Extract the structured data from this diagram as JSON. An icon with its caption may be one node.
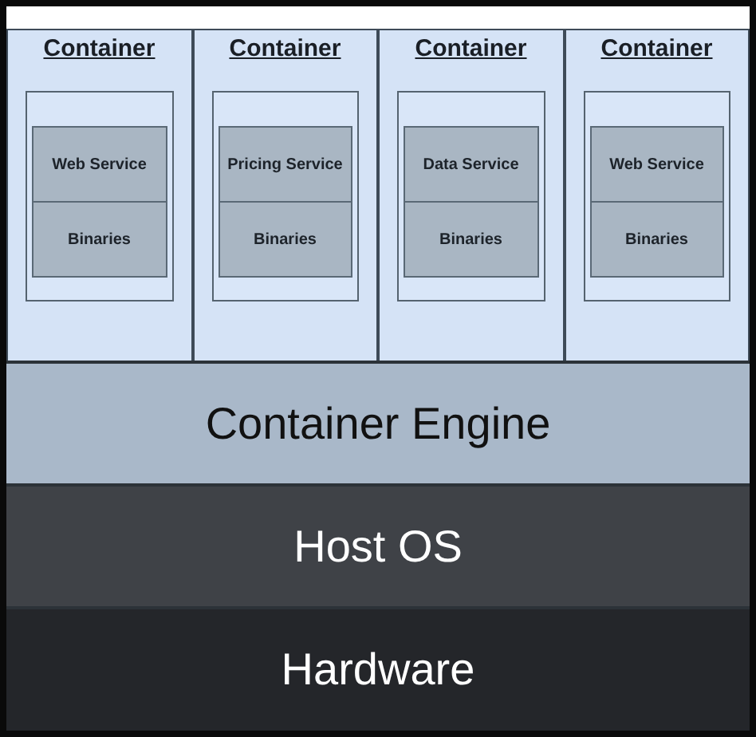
{
  "diagram": {
    "nodes": [
      {
        "text": [
          "Container"
        ]
      },
      {
        "text": [],
        "shape": "box",
        "in": 0
      },
      {
        "text": [
          "Web Service"
        ],
        "in": 1
      },
      {
        "text": [
          "Binaries"
        ],
        "in": 1
      },
      {
        "text": [
          "Container"
        ]
      },
      {
        "text": [],
        "shape": "box",
        "in": 4
      },
      {
        "text": [
          "Pricing Service"
        ],
        "in": 5
      },
      {
        "text": [
          "Binaries"
        ],
        "in": 5
      },
      {
        "text": [
          "Container"
        ]
      },
      {
        "text": [],
        "shape": "box",
        "in": 8
      },
      {
        "text": [
          "Data Service"
        ],
        "in": 9
      },
      {
        "text": [
          "Binaries"
        ],
        "in": 9
      },
      {
        "text": [
          "Container"
        ]
      },
      {
        "text": [],
        "shape": "box",
        "in": 12
      },
      {
        "text": [
          "Web Service"
        ],
        "in": 13
      },
      {
        "text": [
          "Binaries"
        ],
        "in": 13
      },
      {
        "text": [
          "Container Engine"
        ]
      },
      {
        "text": [
          "Host OS"
        ]
      },
      {
        "text": [
          "Hardware"
        ]
      }
    ]
  }
}
